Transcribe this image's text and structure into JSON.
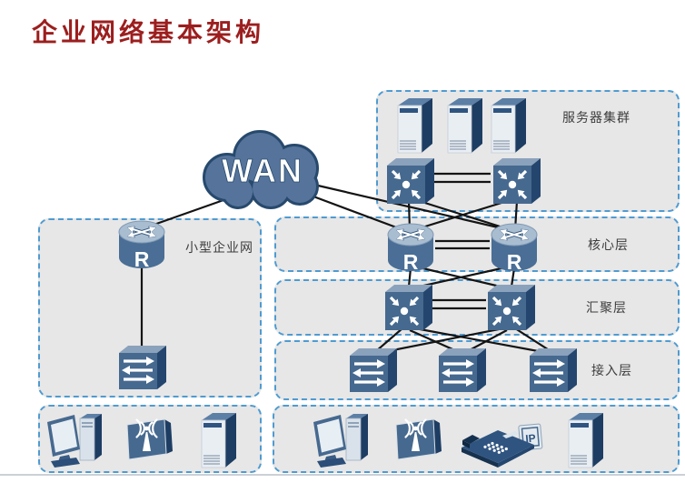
{
  "title": "企业网络基本架构",
  "wan": {
    "label": "WAN"
  },
  "zones": {
    "server_cluster": {
      "label": "服务器集群"
    },
    "small_enterprise": {
      "label": "小型企业网"
    },
    "core": {
      "label": "核心层"
    },
    "aggregation": {
      "label": "汇聚层"
    },
    "access": {
      "label": "接入层"
    }
  },
  "devices": {
    "router_letter": "R",
    "ip_phone_badge": "IP",
    "server_cluster_servers": 3,
    "server_cluster_switches": 2,
    "core_routers": 2,
    "aggregation_switches": 2,
    "access_switches": 3
  },
  "topology": {
    "links": [
      [
        "wan",
        "small-enterprise-router"
      ],
      [
        "wan",
        "core-router-1"
      ],
      [
        "wan",
        "core-router-2"
      ],
      [
        "small-enterprise-router",
        "small-enterprise-switch"
      ],
      [
        "server-switch-1",
        "server-switch-2"
      ],
      [
        "server-switch-1",
        "core-router-1"
      ],
      [
        "server-switch-1",
        "core-router-2"
      ],
      [
        "server-switch-2",
        "core-router-1"
      ],
      [
        "server-switch-2",
        "core-router-2"
      ],
      [
        "core-router-1",
        "core-router-2"
      ],
      [
        "core-router-1",
        "agg-switch-1"
      ],
      [
        "core-router-1",
        "agg-switch-2"
      ],
      [
        "core-router-2",
        "agg-switch-1"
      ],
      [
        "core-router-2",
        "agg-switch-2"
      ],
      [
        "agg-switch-1",
        "agg-switch-2"
      ],
      [
        "agg-switch-1",
        "access-switch-1"
      ],
      [
        "agg-switch-1",
        "access-switch-2"
      ],
      [
        "agg-switch-1",
        "access-switch-3"
      ],
      [
        "agg-switch-2",
        "access-switch-1"
      ],
      [
        "agg-switch-2",
        "access-switch-2"
      ],
      [
        "agg-switch-2",
        "access-switch-3"
      ]
    ]
  },
  "colors": {
    "title": "#9C1E1E",
    "zone_fill": "#E7E7E7",
    "zone_border": "#4F9BD1",
    "cloud_fill": "#56749B",
    "cloud_border": "#27496D",
    "device_front": "#46698F",
    "device_side_dark": "#1E3D63",
    "device_top_light": "#8BA2BC",
    "router_top": "#A9BDD1",
    "line": "#141414"
  }
}
